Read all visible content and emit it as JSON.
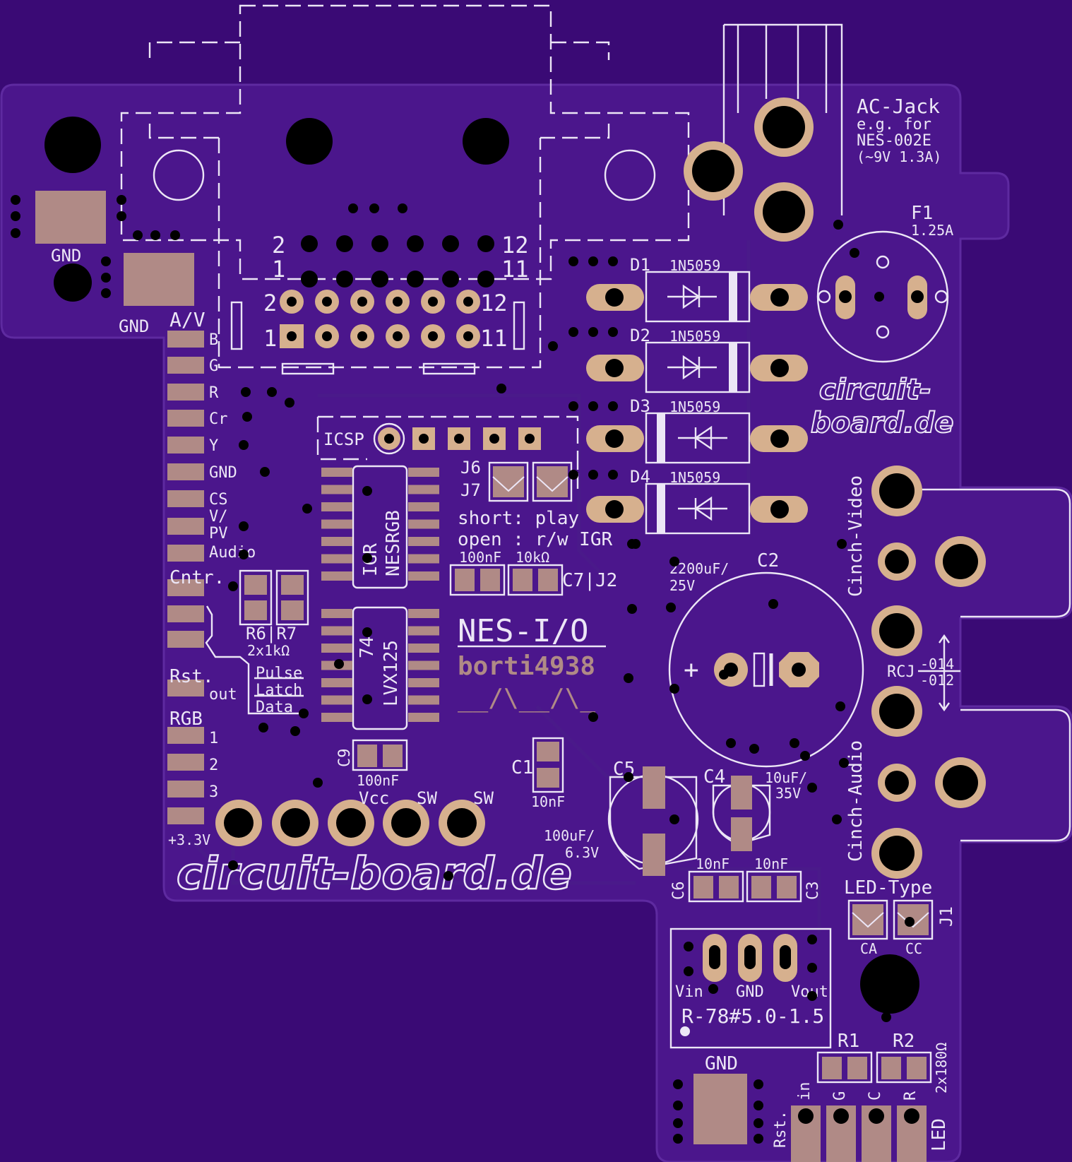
{
  "colors": {
    "background": "#3a0a75",
    "board": "#4b168c",
    "silkscreen": "#ece6f6",
    "copper": "#b08a86",
    "copper_light": "#d6b08e",
    "drill": "#000000"
  },
  "left_power": {
    "gnd_top": "GND",
    "gnd_bottom": "GND"
  },
  "header": {
    "title": "A/V",
    "pins": [
      "B",
      "G",
      "R",
      "Cr",
      "Y",
      "GND",
      "CS",
      "V/",
      "PV",
      "Audio",
      "Cntr.",
      "Rst.",
      "out",
      "RGB",
      "1",
      "2",
      "3",
      "+3.3V"
    ],
    "controller": [
      "Pulse",
      "Latch",
      "Data"
    ]
  },
  "multiout": {
    "pin_2": "2",
    "pin_1": "1",
    "pin_12": "12",
    "pin_11": "11"
  },
  "icsp": {
    "label": "ICSP"
  },
  "jumpers": {
    "j6": "J6",
    "j7": "J7",
    "short": "short: play",
    "open": "open : r/w IGR"
  },
  "ics": {
    "igr_1": "IGR",
    "igr_2": "NESRGB",
    "buf_1": "74",
    "buf_2": "LVX125"
  },
  "resistors": {
    "r6r7": "R6|R7",
    "r6r7_value": "2x1kΩ",
    "c7j2_values": [
      "100nF",
      "10kΩ"
    ],
    "c7j2": "C7|J2"
  },
  "branding": {
    "project": "NES-I/O",
    "author": "borti4938",
    "flourish": "__/\\__/\\_",
    "logo": "circuit-board.de",
    "logo_top": "circuit-",
    "logo_bottom": "board.de"
  },
  "diodes": [
    {
      "ref": "D1",
      "value": "1N5059"
    },
    {
      "ref": "D2",
      "value": "1N5059"
    },
    {
      "ref": "D3",
      "value": "1N5059"
    },
    {
      "ref": "D4",
      "value": "1N5059"
    }
  ],
  "ac_jack": {
    "title": "AC-Jack",
    "note_1": "e.g. for",
    "note_2": "NES-002E",
    "note_3": "(~9V 1.3A)"
  },
  "fuse": {
    "ref": "F1",
    "value": "1.25A"
  },
  "cap_c2": {
    "value_1": "2200uF/",
    "value_2": "25V",
    "ref": "C2",
    "plus": "+"
  },
  "cinch": {
    "video": "Cinch-Video",
    "audio": "Cinch-Audio",
    "rcj": "RCJ",
    "rcj_1": "-014",
    "rcj_2": "-012"
  },
  "caps": {
    "c9": "C9",
    "c9_value": "100nF",
    "c1": "C1",
    "c1_value": "10nF",
    "c5": "C5",
    "c5_value_1": "100uF/",
    "c5_value_2": "6.3V",
    "c4": "C4",
    "c4_value_1": "10uF/",
    "c4_value_2": "35V",
    "c6": "C6",
    "c6_value": "10nF",
    "c3": "C3",
    "c3_value": "10nF"
  },
  "pads_bottom": {
    "vcc": "Vcc",
    "sw1": "SW",
    "sw2": "SW"
  },
  "regulator": {
    "vin": "Vin",
    "gnd": "GND",
    "vout": "Vout",
    "part": "R-78#5.0-1.5"
  },
  "led": {
    "type": "LED-Type",
    "ca": "CA",
    "cc": "CC",
    "j1": "J1",
    "r1": "R1",
    "r2": "R2",
    "r_value": "2x180Ω",
    "gnd": "GND",
    "pins": [
      "in",
      "G",
      "C",
      "R"
    ],
    "rst": "Rst.",
    "led": "LED"
  }
}
